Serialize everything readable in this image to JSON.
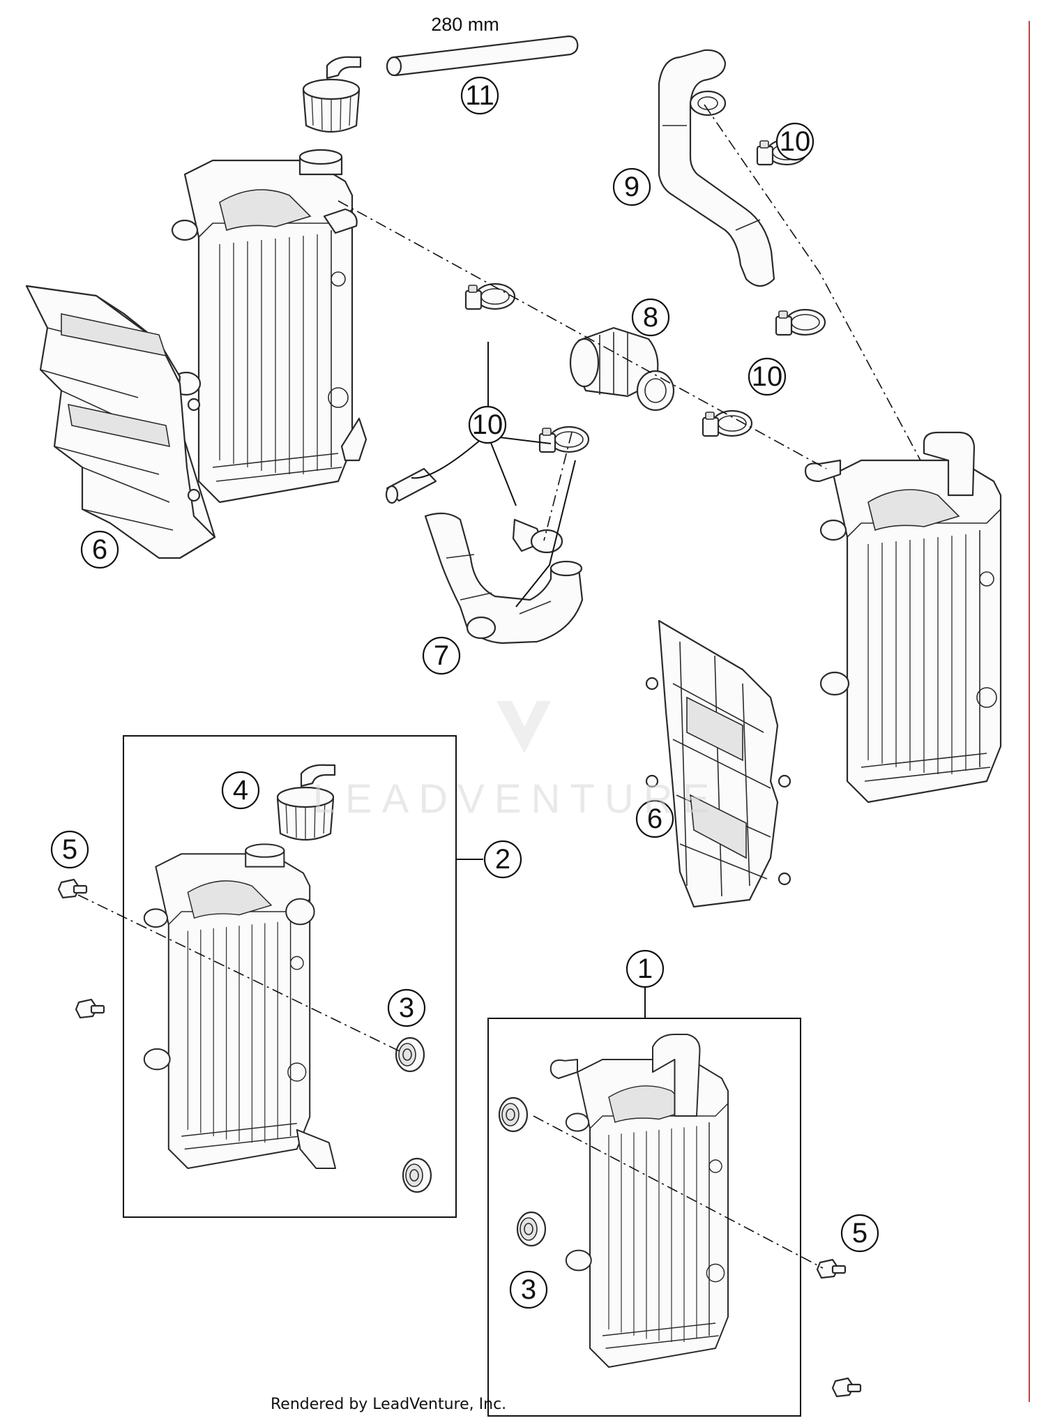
{
  "dimension_label": "280 mm",
  "callouts": [
    "1",
    "2",
    "3",
    "4",
    "5",
    "6",
    "7",
    "8",
    "9",
    "10",
    "11"
  ],
  "watermark": "LEADVENTURE",
  "credit": "Rendered by LeadVenture, Inc."
}
